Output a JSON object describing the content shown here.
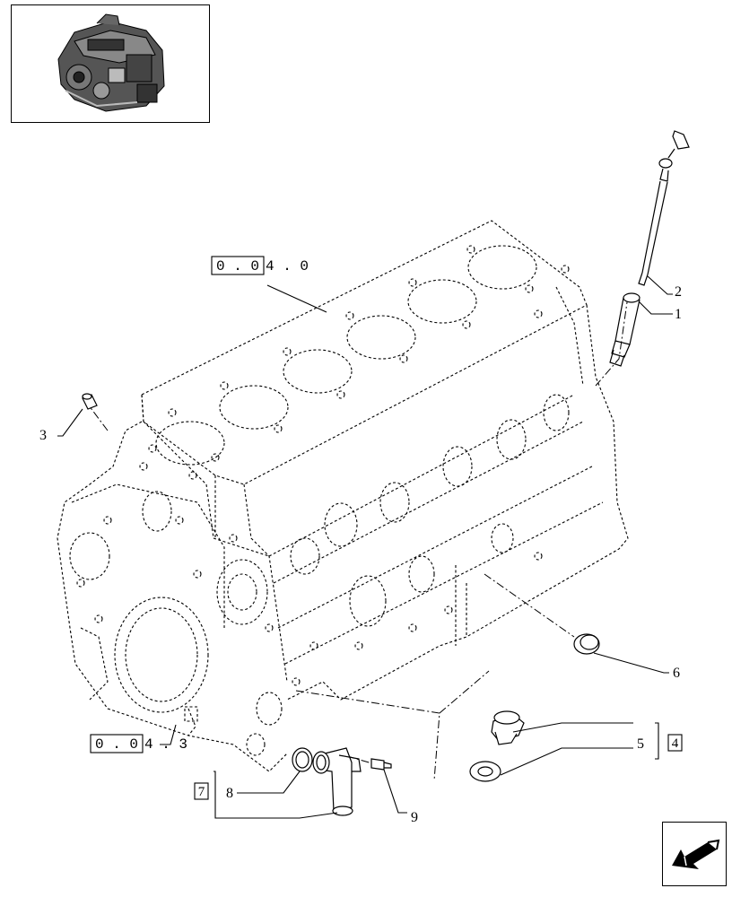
{
  "thumbnail": {
    "icon": "engine-thumbnail-icon"
  },
  "navigation": {
    "icon": "previous-page-arrow-icon"
  },
  "refs": {
    "block_ref_top": {
      "boxed": "0 . 0",
      "rest": "4 . 0"
    },
    "block_ref_bottom": {
      "boxed": "0 . 0",
      "rest": "4 . 3"
    },
    "ref_right": "4",
    "ref_left": "7"
  },
  "callouts": {
    "c1": "1",
    "c2": "2",
    "c3": "3",
    "c5": "5",
    "c6": "6",
    "c8": "8",
    "c9": "9"
  },
  "parts": [
    {
      "id": "1",
      "name": "dipstick-tube"
    },
    {
      "id": "2",
      "name": "dipstick"
    },
    {
      "id": "3",
      "name": "plug"
    },
    {
      "id": "5",
      "name": "drain-plug-and-washer"
    },
    {
      "id": "6",
      "name": "cap"
    },
    {
      "id": "8",
      "name": "seal-ring"
    },
    {
      "id": "9",
      "name": "screw"
    }
  ]
}
